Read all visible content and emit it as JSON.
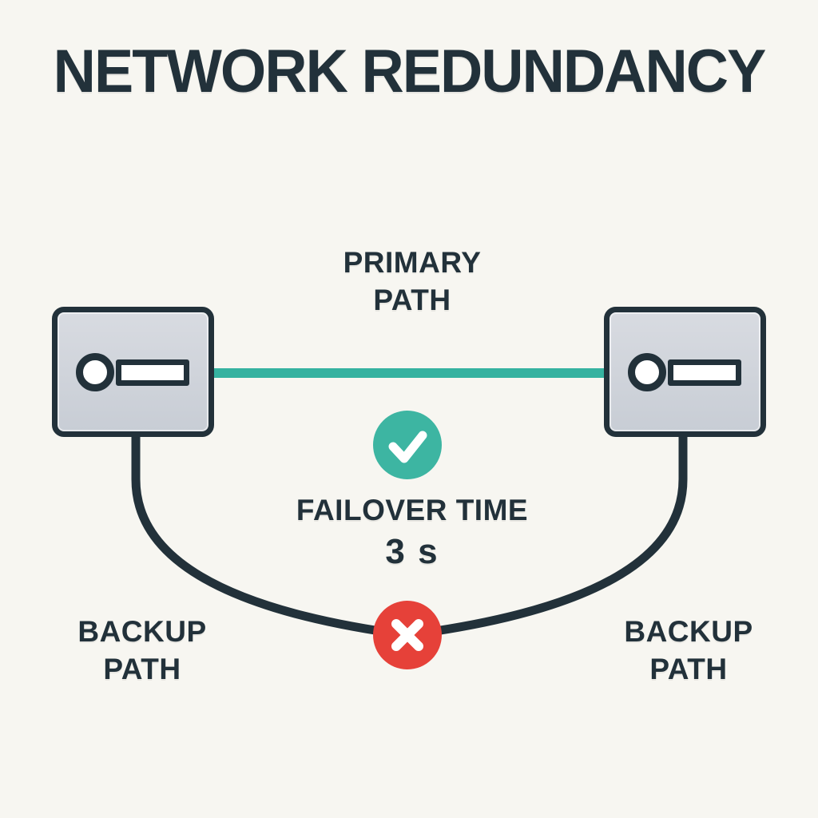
{
  "title": "NETWORK REDUNDANCY",
  "diagram": {
    "primary_path_label": {
      "line1": "PRIMARY",
      "line2": "PATH"
    },
    "failover": {
      "label": "FAILOVER TIME",
      "value": "3 s"
    },
    "backup_left_label": {
      "line1": "BACKUP",
      "line2": "PATH"
    },
    "backup_right_label": {
      "line1": "BACKUP",
      "line2": "PATH"
    },
    "status_icons": {
      "primary_status": "check-icon",
      "backup_status": "x-icon"
    }
  },
  "colors": {
    "background": "#f7f6f1",
    "ink": "#22313a",
    "teal": "#35b2a0",
    "teal_icon": "#3db5a2",
    "red": "#e64139",
    "device_fill_top": "#d8dbe1",
    "device_fill_bottom": "#c8cdd5",
    "white": "#ffffff"
  }
}
